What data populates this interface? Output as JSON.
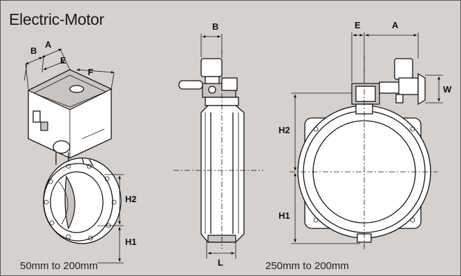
{
  "title": "Electric-Motor",
  "captions": {
    "small_valve": "50mm to 200mm",
    "large_valve": "250mm to 200mm"
  },
  "dimension_labels": {
    "left": {
      "a": "A",
      "b": "B",
      "e": "E",
      "f": "F",
      "h1": "H1",
      "h2": "H2"
    },
    "middle": {
      "b": "B",
      "l": "L"
    },
    "right": {
      "e": "E",
      "a": "A",
      "w": "W",
      "h1": "H1",
      "h2": "H2"
    }
  },
  "colors": {
    "background": "#d6d1cc",
    "line": "#111111",
    "body": "#ffffff"
  }
}
